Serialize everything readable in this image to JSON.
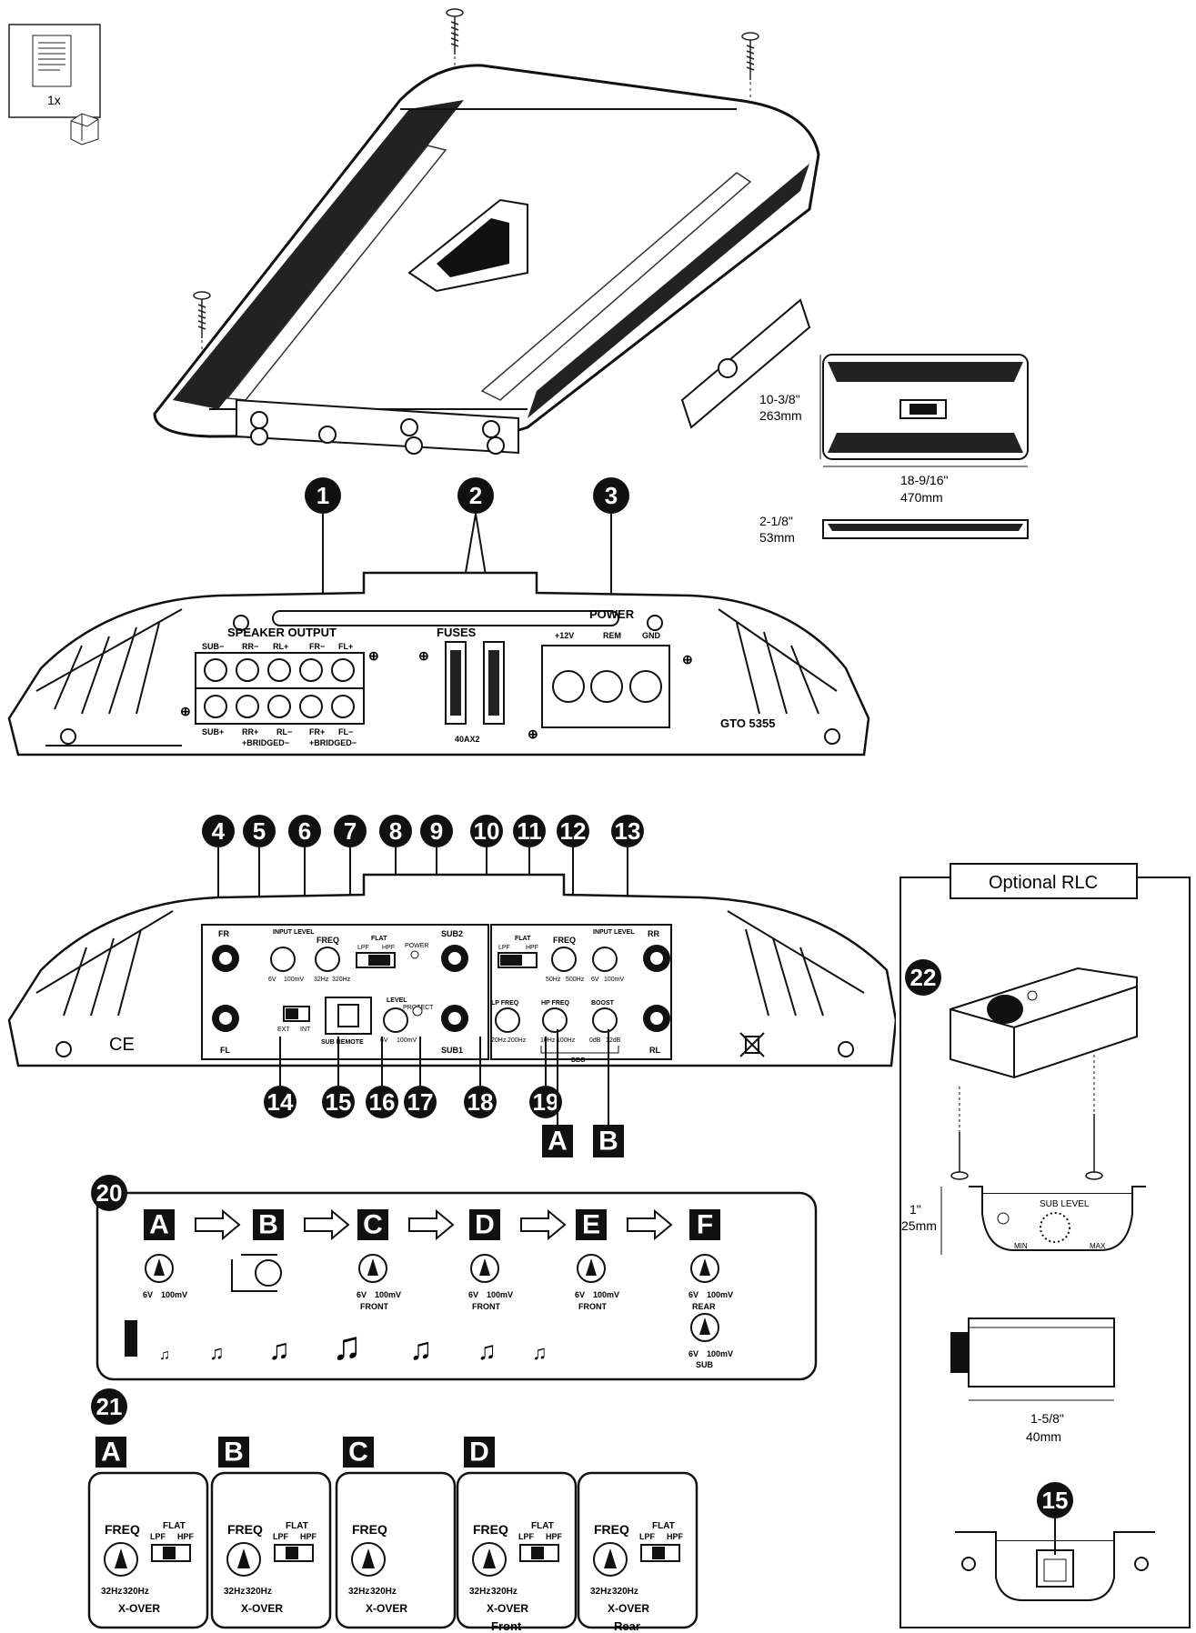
{
  "kit": {
    "qty": "1x"
  },
  "dimensions": {
    "top_height": "10-3/8\"",
    "top_height_mm": "263mm",
    "top_width": "18-9/16\"",
    "top_width_mm": "470mm",
    "side_height": "2-1/8\"",
    "side_height_mm": "53mm"
  },
  "callouts": [
    "1",
    "2",
    "3",
    "4",
    "5",
    "6",
    "7",
    "8",
    "9",
    "10",
    "11",
    "12",
    "13",
    "14",
    "15",
    "16",
    "17",
    "18",
    "19",
    "20",
    "21",
    "22"
  ],
  "panel1": {
    "speaker_output": "SPEAKER OUTPUT",
    "top_labels": [
      "SUB−",
      "RR−",
      "RL+",
      "FR−",
      "FL+"
    ],
    "bottom_labels": [
      "SUB+",
      "RR+",
      "RL−",
      "FR+",
      "FL−"
    ],
    "bridged": "+BRIDGED−",
    "fuses": "FUSES",
    "fuse_rating": "40AX2",
    "power": "POWER",
    "power_labels": [
      "+12V",
      "REM",
      "GND"
    ],
    "model": "GTO 5355"
  },
  "panel2": {
    "fr": "FR",
    "fl": "FL",
    "input_level": "INPUT LEVEL",
    "input_range": [
      "6V",
      "100mV"
    ],
    "freq": "FREQ",
    "freq_range": [
      "32Hz",
      "320Hz"
    ],
    "flat": "FLAT",
    "lpf": "LPF",
    "hpf": "HPF",
    "power": "POWER",
    "protect": "PROTECT",
    "sub2": "SUB2",
    "sub1": "SUB1",
    "freq_r_range": [
      "50Hz",
      "500Hz"
    ],
    "rr": "RR",
    "rl": "RL",
    "ext": "EXT",
    "int": "INT",
    "sub_remote": "SUB REMOTE",
    "level": "LEVEL",
    "level_range": [
      "6V",
      "100mV"
    ],
    "lp_freq": "LP FREQ",
    "lp_range": [
      "20Hz",
      "200Hz"
    ],
    "hp_freq": "HP FREQ",
    "hp_range": [
      "10Hz",
      "100Hz"
    ],
    "boost": "BOOST",
    "boost_range": [
      "0dB",
      "12dB"
    ],
    "dbo": "DBO",
    "ce": "CE",
    "marker_a": "A",
    "marker_b": "B"
  },
  "step20": {
    "steps": [
      "A",
      "B",
      "C",
      "D",
      "E",
      "F"
    ],
    "range": [
      "6V",
      "100mV"
    ],
    "labels": [
      "FRONT",
      "FRONT",
      "FRONT",
      "REAR",
      "SUB"
    ]
  },
  "step21": {
    "panels": [
      "A",
      "B",
      "C",
      "D"
    ],
    "freq": "FREQ",
    "flat": "FLAT",
    "lpf": "LPF",
    "hpf": "HPF",
    "range": [
      "32Hz",
      "320Hz"
    ],
    "xover": "X-OVER",
    "front": "Front",
    "rear": "Rear"
  },
  "rlc": {
    "title": "Optional RLC",
    "sub_level": "SUB LEVEL",
    "min": "MIN",
    "max": "MAX",
    "height": "1\"",
    "height_mm": "25mm",
    "depth": "1-5/8\"",
    "depth_mm": "40mm"
  }
}
